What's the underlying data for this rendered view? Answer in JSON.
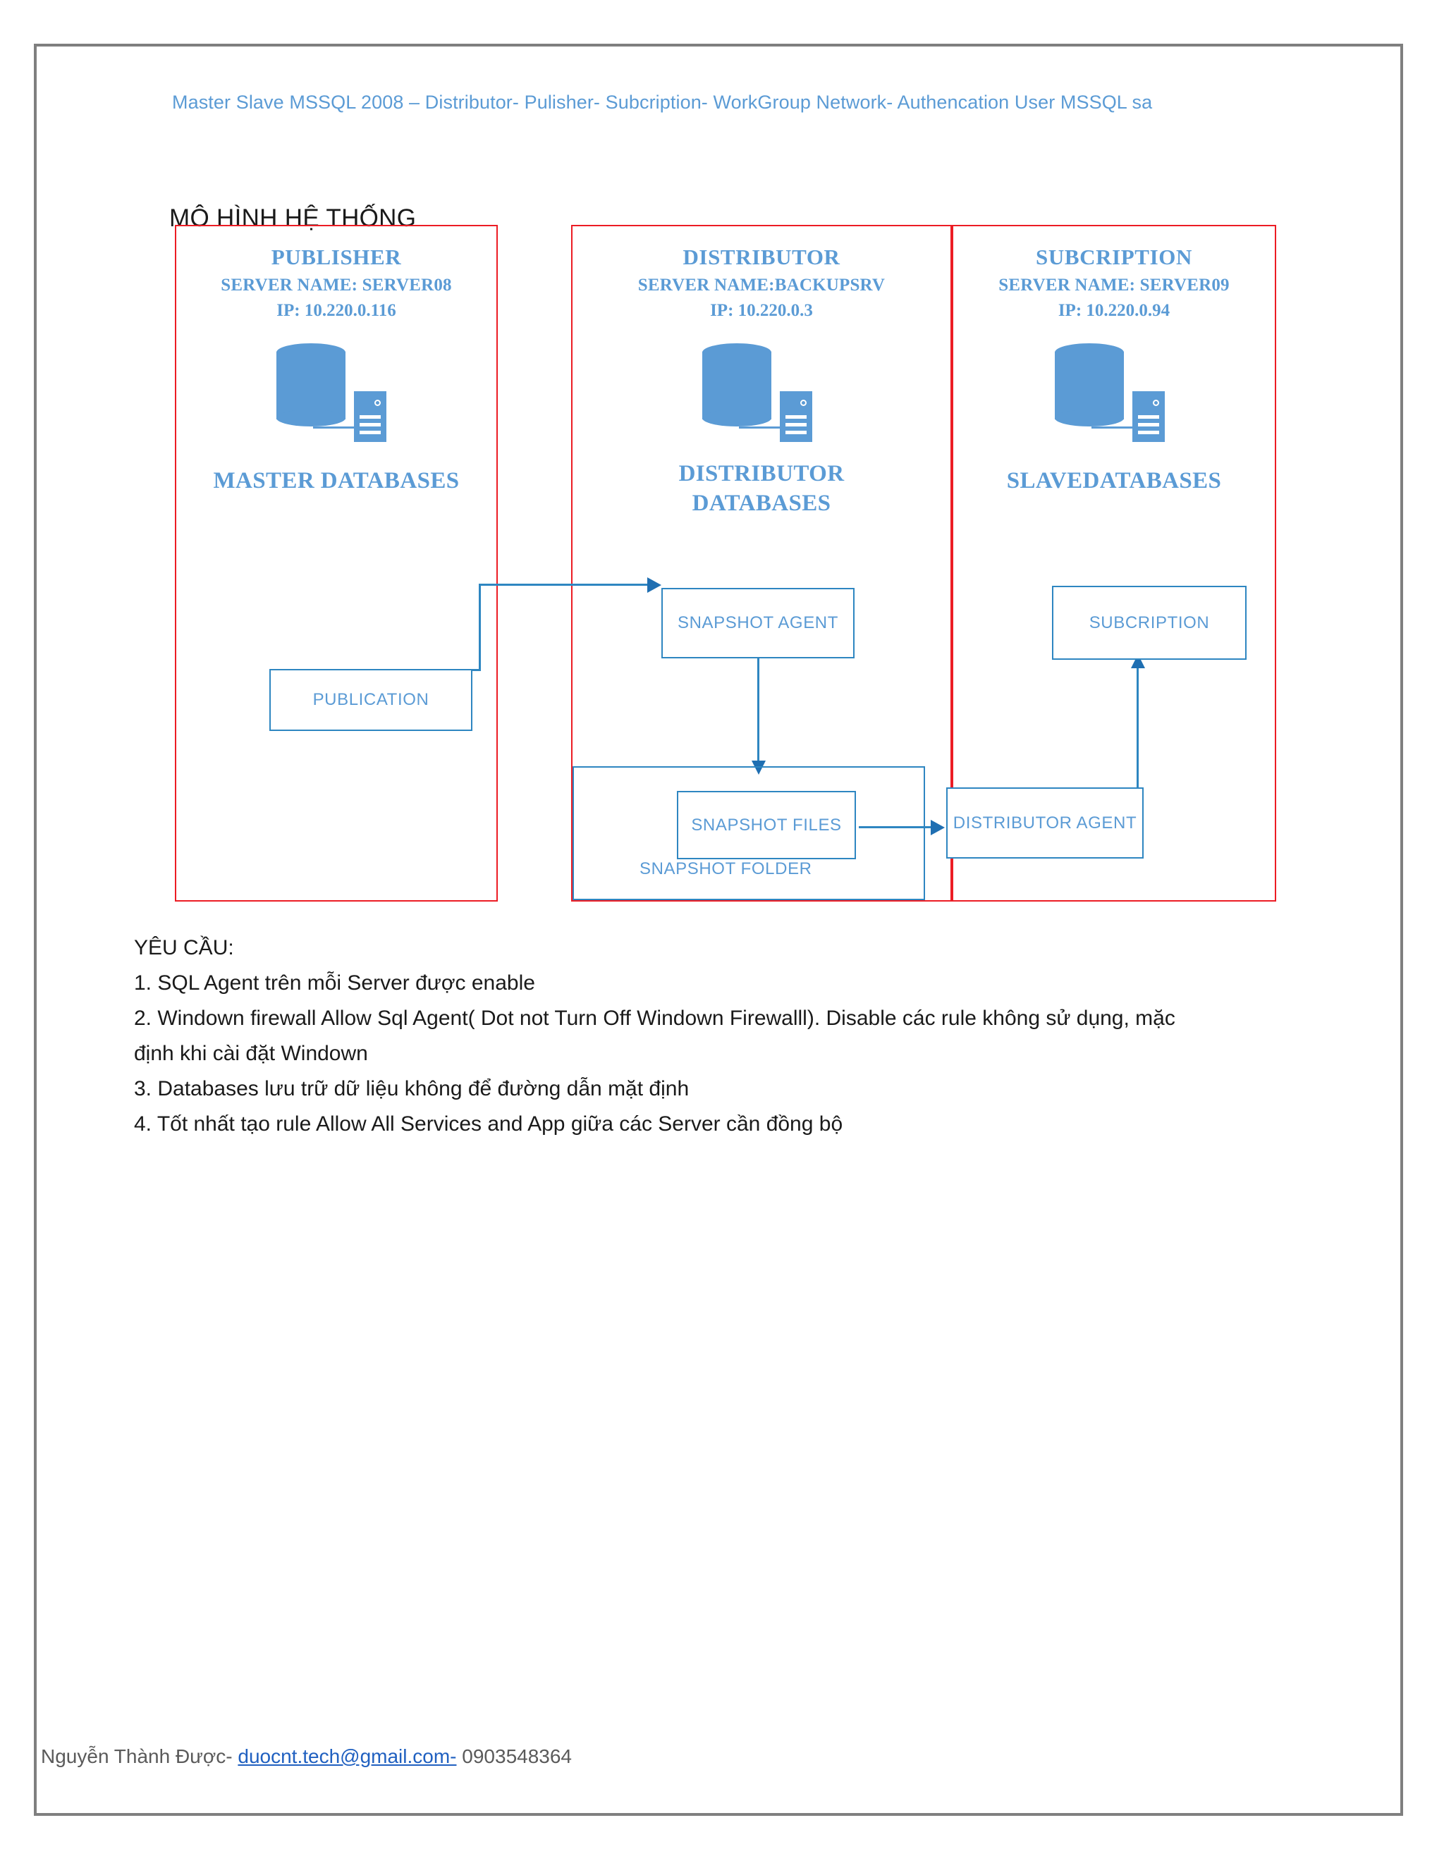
{
  "document": {
    "header_title": "Master Slave MSSQL 2008 – Distributor- Pulisher- Subcription- WorkGroup Network- Authencation User MSSQL sa",
    "section_title": "MÔ HÌNH HỆ THỐNG"
  },
  "colors": {
    "accent_blue": "#5b9bd5",
    "line_blue": "#2e86c1",
    "zone_red": "#ec1c24",
    "frame_gray": "#7f7f7f",
    "text_dark": "#1a1a1a",
    "link_blue": "#2060c0"
  },
  "zones": [
    {
      "role": "PUBLISHER",
      "server_name": "SERVER NAME: SERVER08",
      "ip": "IP: 10.220.0.116",
      "db_label": "MASTER DATABASES",
      "db_label_line2": ""
    },
    {
      "role": "DISTRIBUTOR",
      "server_name": "SERVER NAME:BACKUPSRV",
      "ip": "IP: 10.220.0.3",
      "db_label": "DISTRIBUTOR",
      "db_label_line2": "DATABASES"
    },
    {
      "role": "SUBCRIPTION",
      "server_name": "SERVER NAME: SERVER09",
      "ip": "IP: 10.220.0.94",
      "db_label": "SLAVEDATABASES",
      "db_label_line2": ""
    }
  ],
  "flow_boxes": {
    "publication": "PUBLICATION",
    "snapshot_agent": "SNAPSHOT AGENT",
    "snapshot_files": "SNAPSHOT FILES",
    "snapshot_folder": "SNAPSHOT FOLDER",
    "distributor_agent": "DISTRIBUTOR AGENT",
    "subcription": "SUBCRIPTION"
  },
  "requirements": {
    "heading": "YÊU CẦU:",
    "items": [
      "1. SQL Agent trên mỗi Server được enable",
      "2. Windown firewall Allow Sql Agent( Dot not Turn Off Windown Firewalll). Disable các rule không sử dụng, mặc định khi cài đặt Windown",
      "3. Databases lưu trữ dữ liệu không để đường dẫn mặt định",
      "4. Tốt nhất tạo rule Allow All Services and App giữa các Server cần đồng bộ"
    ]
  },
  "footer": {
    "author": "Nguyễn Thành Được-",
    "email": "duocnt.tech@gmail.com-",
    "phone": "0903548364"
  }
}
